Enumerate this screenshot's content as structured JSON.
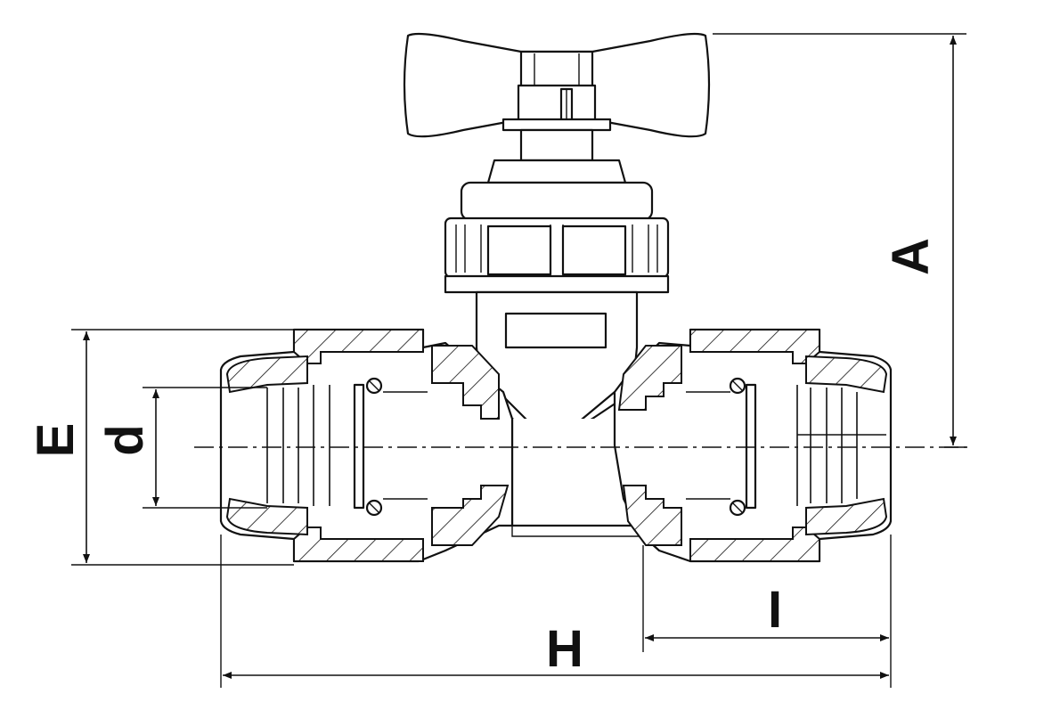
{
  "dimension_labels": {
    "A": "A",
    "E": "E",
    "d": "d",
    "H": "H",
    "I": "I"
  },
  "colors": {
    "ink": "#111111",
    "background": "#ffffff"
  }
}
